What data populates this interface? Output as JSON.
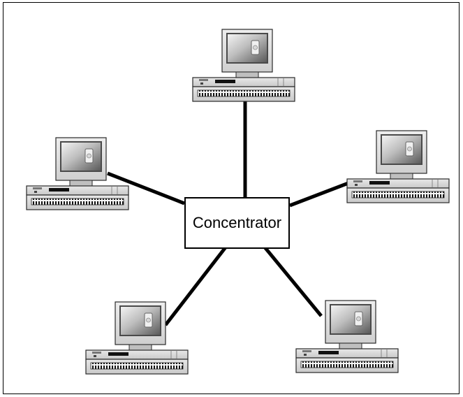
{
  "diagram": {
    "type": "star-topology",
    "hub": {
      "label": "Concentrator",
      "icon": "hub-box"
    },
    "nodes": [
      {
        "id": "top",
        "icon": "desktop-computer-icon"
      },
      {
        "id": "left",
        "icon": "desktop-computer-icon"
      },
      {
        "id": "right",
        "icon": "desktop-computer-icon"
      },
      {
        "id": "bottom-left",
        "icon": "desktop-computer-icon"
      },
      {
        "id": "bottom-right",
        "icon": "desktop-computer-icon"
      }
    ],
    "edges": [
      {
        "from": "hub",
        "to": "top"
      },
      {
        "from": "hub",
        "to": "left"
      },
      {
        "from": "hub",
        "to": "right"
      },
      {
        "from": "hub",
        "to": "bottom-left"
      },
      {
        "from": "hub",
        "to": "bottom-right"
      }
    ],
    "colors": {
      "line": "#000000",
      "monitor_bezel": "#d9d9d9",
      "screen_light": "#f2f2f2",
      "screen_dark": "#555555",
      "case": "#d4d4d4",
      "keyboard_keys": "#111111"
    }
  }
}
